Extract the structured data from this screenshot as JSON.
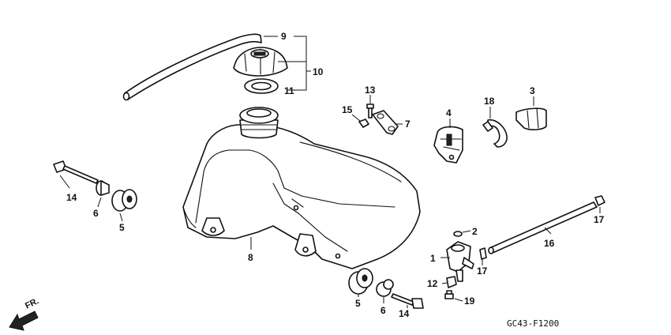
{
  "callouts": {
    "c1": "1",
    "c2": "2",
    "c3": "3",
    "c4": "4",
    "c5a": "5",
    "c5b": "5",
    "c6a": "6",
    "c6b": "6",
    "c7": "7",
    "c8": "8",
    "c9": "9",
    "c10": "10",
    "c11": "11",
    "c12": "12",
    "c13": "13",
    "c14a": "14",
    "c14b": "14",
    "c15": "15",
    "c16": "16",
    "c17a": "17",
    "c17b": "17",
    "c18": "18",
    "c19": "19"
  },
  "diagram_code": "GC43-F1200",
  "direction_label": "FR."
}
